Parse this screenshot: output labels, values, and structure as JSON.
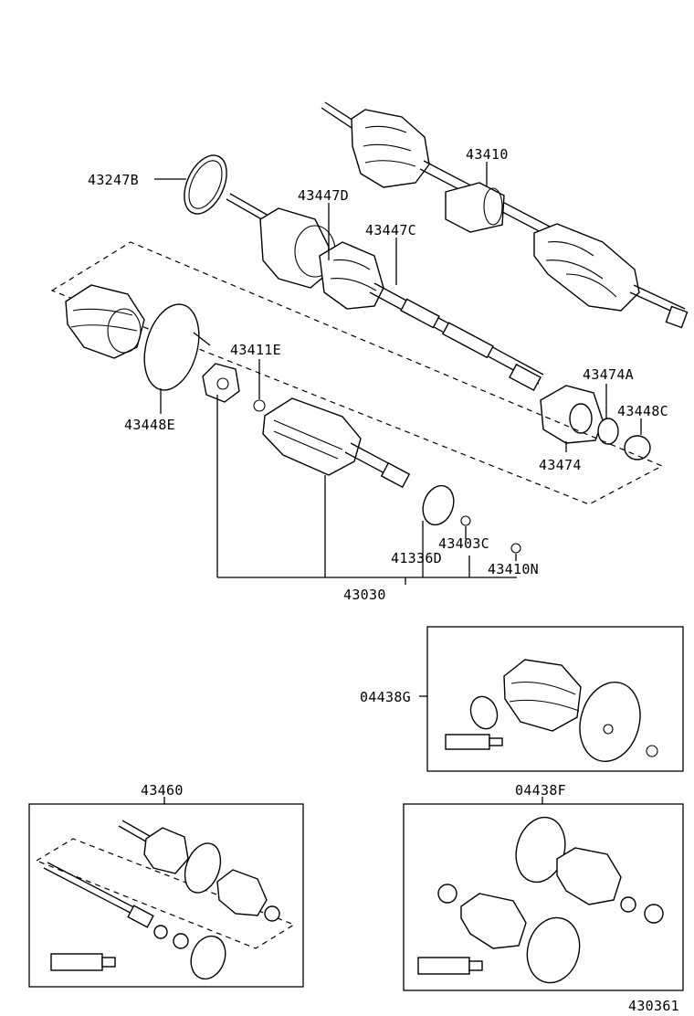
{
  "diagram_code": "430361",
  "part_labels": {
    "p43410": "43410",
    "p43247B": "43247B",
    "p43447D": "43447D",
    "p43447C": "43447C",
    "p43411E": "43411E",
    "p43448E": "43448E",
    "p43474A": "43474A",
    "p43448C": "43448C",
    "p43474": "43474",
    "p43403C": "43403C",
    "p41336D": "41336D",
    "p43410N": "43410N",
    "p43030": "43030",
    "p04438G": "04438G",
    "p43460": "43460",
    "p04438F": "04438F"
  }
}
